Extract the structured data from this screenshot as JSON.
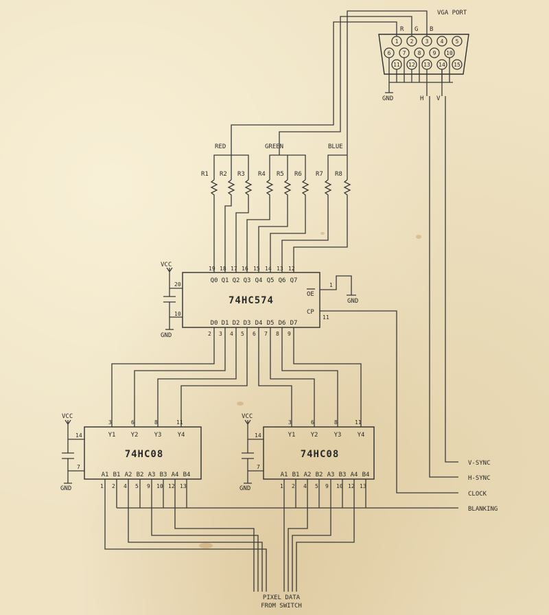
{
  "vga": {
    "title": "VGA PORT",
    "rgb_labels": [
      "R",
      "G",
      "B"
    ],
    "row1": [
      "1",
      "2",
      "3",
      "4",
      "5"
    ],
    "row2": [
      "6",
      "7",
      "8",
      "9",
      "10"
    ],
    "row3": [
      "11",
      "12",
      "13",
      "14",
      "15"
    ],
    "gnd": "GND",
    "h": "H",
    "v": "V"
  },
  "colors": {
    "red": "RED",
    "green": "GREEN",
    "blue": "BLUE",
    "ink": "#2e2e2e",
    "paper": "#efe3c4"
  },
  "resistors": [
    "R1",
    "R2",
    "R3",
    "R4",
    "R5",
    "R6",
    "R7",
    "R8"
  ],
  "latch": {
    "name": "74HC574",
    "q_pins": [
      "19",
      "18",
      "17",
      "16",
      "15",
      "14",
      "13",
      "12"
    ],
    "q_names": [
      "Q0",
      "Q1",
      "Q2",
      "Q3",
      "Q4",
      "Q5",
      "Q6",
      "Q7"
    ],
    "d_pins": [
      "2",
      "3",
      "4",
      "5",
      "6",
      "7",
      "8",
      "9"
    ],
    "d_names": [
      "D0",
      "D1",
      "D2",
      "D3",
      "D4",
      "D5",
      "D6",
      "D7"
    ],
    "oe": "OE",
    "oe_pin": "1",
    "cp": "CP",
    "cp_pin": "11",
    "vcc_pin": "20",
    "gnd_pin": "10",
    "vcc": "VCC",
    "gnd": "GND"
  },
  "gates": [
    {
      "name": "74HC08",
      "y_pins": [
        "3",
        "6",
        "8",
        "11"
      ],
      "y_names": [
        "Y1",
        "Y2",
        "Y3",
        "Y4"
      ],
      "in_pins": [
        "1",
        "2",
        "4",
        "5",
        "9",
        "10",
        "12",
        "13"
      ],
      "in_names": [
        "A1",
        "B1",
        "A2",
        "B2",
        "A3",
        "B3",
        "A4",
        "B4"
      ],
      "vcc_pin": "14",
      "gnd_pin": "7",
      "vcc": "VCC",
      "gnd": "GND"
    },
    {
      "name": "74HC08",
      "y_pins": [
        "3",
        "6",
        "8",
        "11"
      ],
      "y_names": [
        "Y1",
        "Y2",
        "Y3",
        "Y4"
      ],
      "in_pins": [
        "1",
        "2",
        "4",
        "5",
        "9",
        "10",
        "12",
        "13"
      ],
      "in_names": [
        "A1",
        "B1",
        "A2",
        "B2",
        "A3",
        "B3",
        "A4",
        "B4"
      ],
      "vcc_pin": "14",
      "gnd_pin": "7",
      "vcc": "VCC",
      "gnd": "GND"
    }
  ],
  "signals": {
    "vsync": "V-SYNC",
    "hsync": "H-SYNC",
    "clock": "CLOCK",
    "blanking": "BLANKING"
  },
  "pixel_data": [
    "PIXEL DATA",
    "FROM SWITCH"
  ]
}
